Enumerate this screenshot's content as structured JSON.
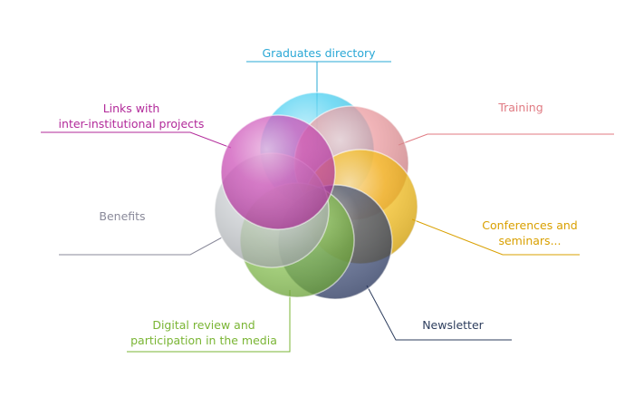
{
  "nodes": [
    {
      "id": "graduates",
      "label": "Graduates directory",
      "color": "#2aa8d6",
      "fill": "#2ec8ee"
    },
    {
      "id": "training",
      "label": "Training",
      "color": "#e07a82",
      "fill": "#e88a90"
    },
    {
      "id": "conferences",
      "label_lines": [
        "Conferences and",
        "seminars..."
      ],
      "color": "#d9a000",
      "fill": "#f7b800"
    },
    {
      "id": "newsletter",
      "label": "Newsletter",
      "color": "#2e3e5e",
      "fill": "#2e3f6e"
    },
    {
      "id": "digital",
      "label_lines": [
        "Digital review and",
        "participation in the media"
      ],
      "color": "#7ab534",
      "fill": "#7fc043"
    },
    {
      "id": "benefits",
      "label": "Benefits",
      "color": "#8a8a9a",
      "fill": "#bfc3c8"
    },
    {
      "id": "links",
      "label_lines": [
        "Links with",
        "inter-institutional projects"
      ],
      "color": "#b22a9a",
      "fill": "#c63aae"
    }
  ]
}
